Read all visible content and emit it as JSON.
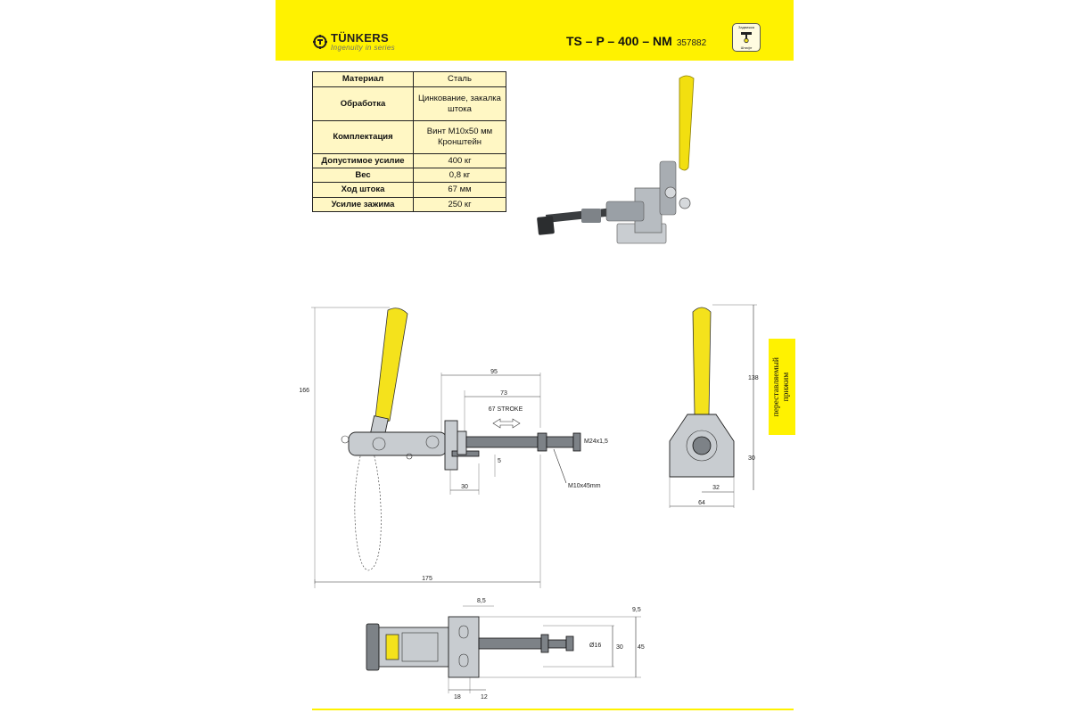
{
  "header": {
    "brand": "TÜNKERS",
    "tagline": "Ingenuity in series",
    "model": "TS – P – 400 – NM",
    "code": "357882",
    "badge_top": "Задвижка",
    "badge_bottom": "Штифт"
  },
  "specs": [
    {
      "key": "Материал",
      "value": "Сталь"
    },
    {
      "key": "Обработка",
      "value": "Цинкование, закалка штока"
    },
    {
      "key": "Комплектация",
      "value": "Винт М10х50 мм Кронштейн"
    },
    {
      "key": "Допустимое усилие",
      "value": "400 кг"
    },
    {
      "key": "Вес",
      "value": "0,8 кг"
    },
    {
      "key": "Ход штока",
      "value": "67 мм"
    },
    {
      "key": "Усилие зажима",
      "value": "250 кг"
    }
  ],
  "side_tab": {
    "line1": "переставляемый",
    "line2": "прижим"
  },
  "dims": {
    "d166": "166",
    "d95": "95",
    "d73": "73",
    "stroke": "67 STROKE",
    "thread": "M24x1,5",
    "d5": "5",
    "d30a": "30",
    "screw": "M10x45mm",
    "d175": "175",
    "d138": "138",
    "d30b": "30",
    "d32": "32",
    "d64": "64",
    "d8_5": "8,5",
    "d9_5": "9,5",
    "d16": "Ø16",
    "d30c": "30",
    "d45": "45",
    "d18": "18",
    "d12": "12"
  },
  "colors": {
    "brand_yellow": "#fff200",
    "handle_yellow": "#f4e21c",
    "table_bg": "#fff7c4"
  }
}
